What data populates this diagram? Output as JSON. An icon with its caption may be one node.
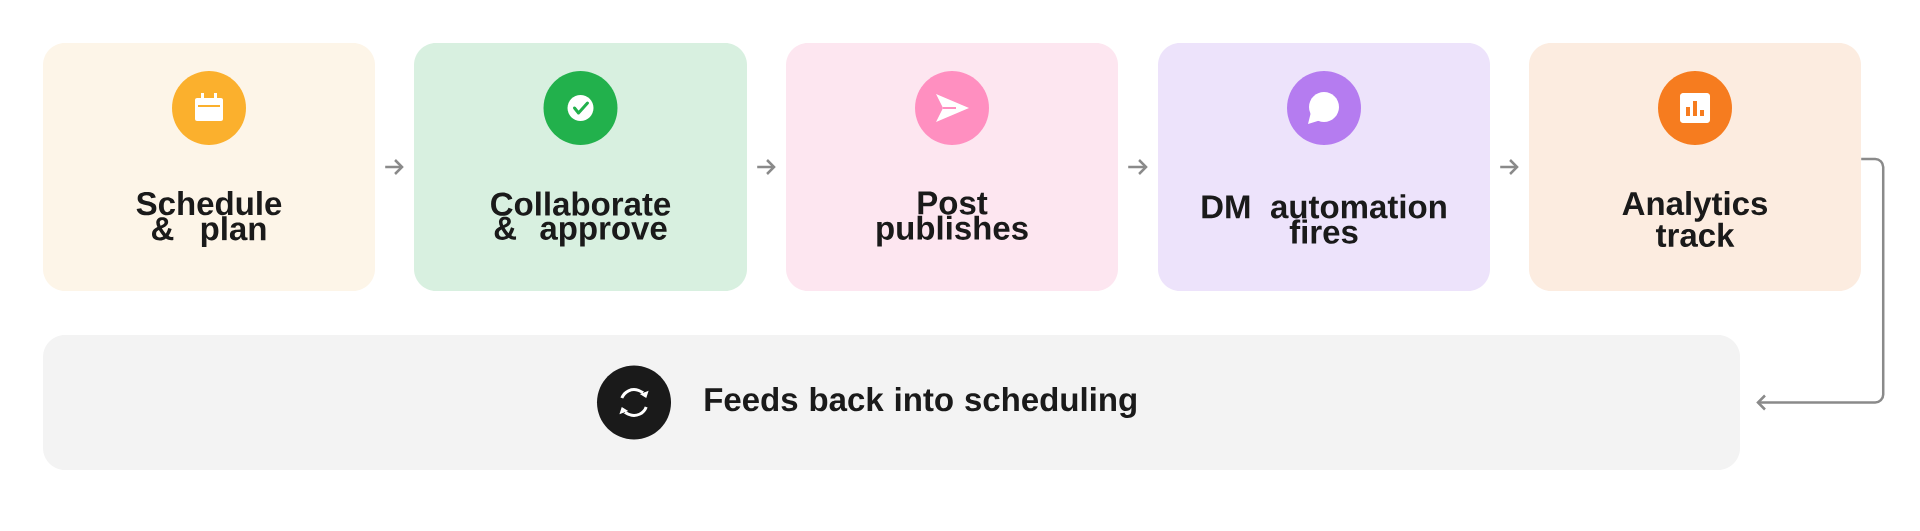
{
  "diagram": {
    "nodes": [
      {
        "text": [
          "Schedule & plan"
        ]
      },
      {
        "text": [
          "Collaborate & approve"
        ]
      },
      {
        "text": [
          "Post publishes"
        ]
      },
      {
        "text": [
          "DM automation fires"
        ]
      },
      {
        "text": [
          "Analytics track"
        ]
      },
      {
        "text": [
          "Feeds back into scheduling"
        ]
      }
    ],
    "edges": [
      {
        "from": 0,
        "to": 1,
        "arrow": "to"
      },
      {
        "from": 1,
        "to": 2,
        "arrow": "to"
      },
      {
        "from": 2,
        "to": 3,
        "arrow": "to"
      },
      {
        "from": 3,
        "to": 4,
        "arrow": "to"
      },
      {
        "from": 4,
        "to": 5,
        "arrow": "to"
      }
    ]
  }
}
